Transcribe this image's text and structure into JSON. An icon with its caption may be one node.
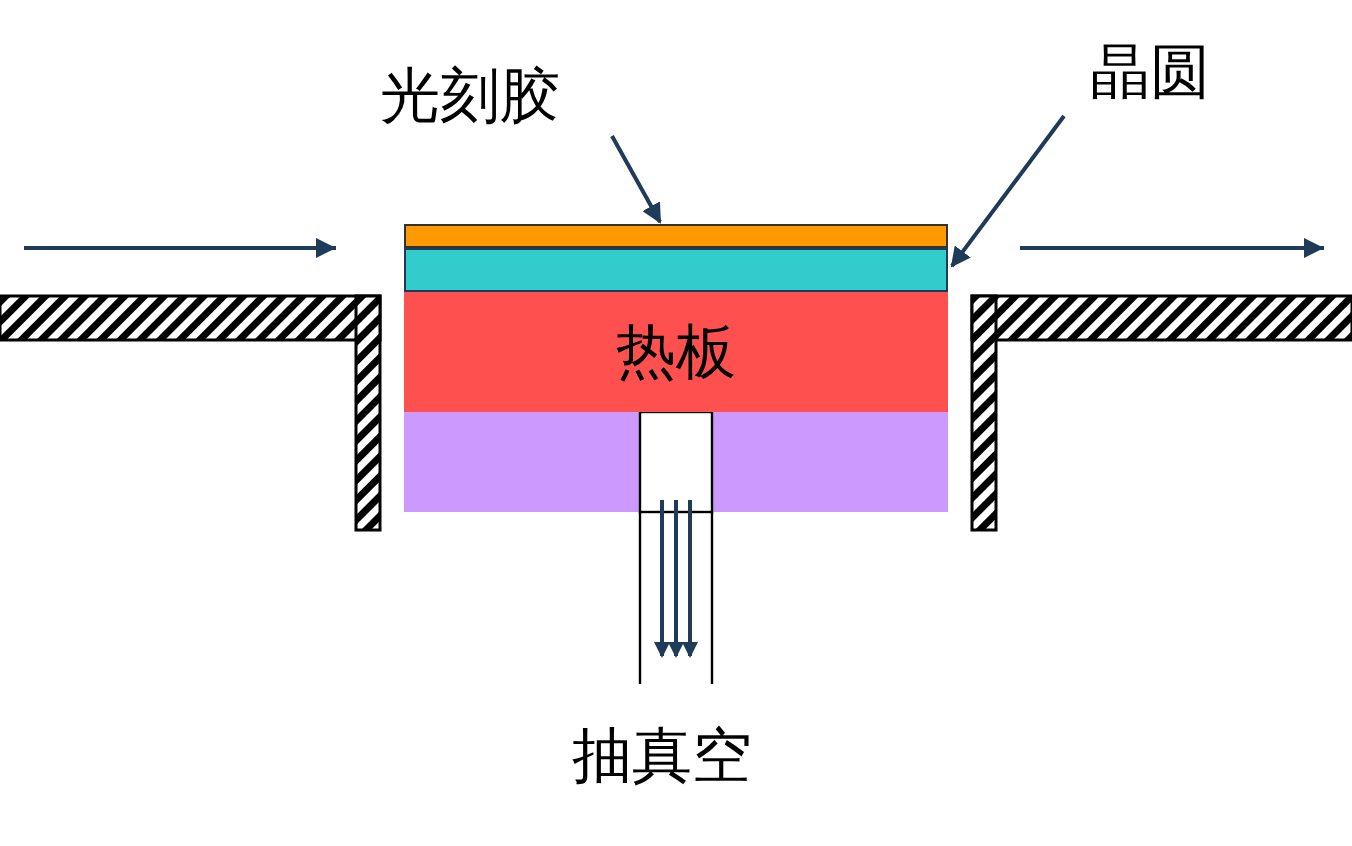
{
  "diagram": {
    "nodes": [
      {
        "text": [
          "光刻胶"
        ]
      },
      {
        "text": [],
        "shape": "bar"
      },
      {
        "text": [
          "晶圆"
        ]
      },
      {
        "text": [],
        "shape": "bar"
      },
      {
        "text": [
          "热板"
        ]
      }
    ],
    "edges": [
      {
        "from": 0,
        "to": 1,
        "arrow": "to"
      },
      {
        "from": 2,
        "to": 3,
        "arrow": "to"
      }
    ],
    "labels": [
      "抽真空"
    ]
  }
}
